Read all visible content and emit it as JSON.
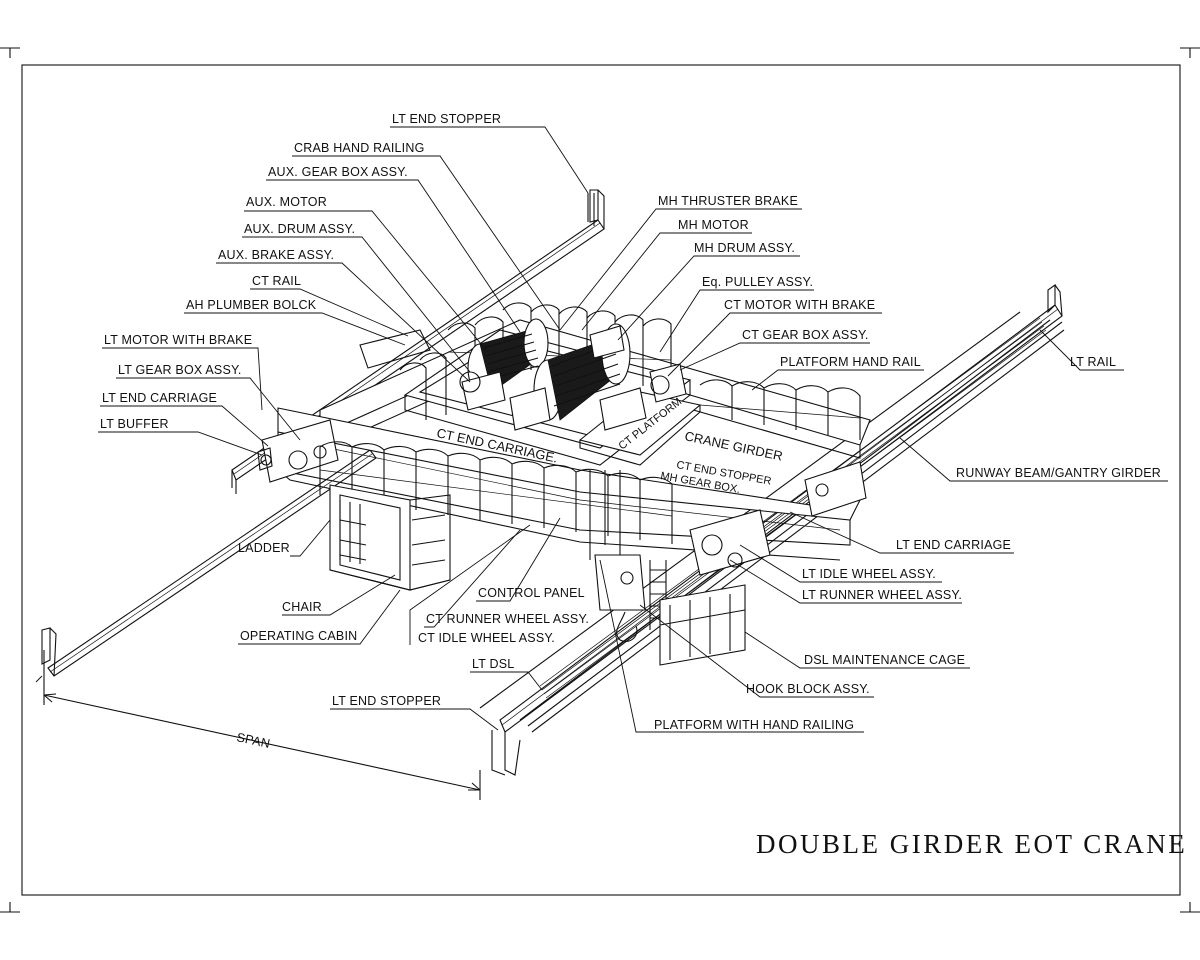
{
  "title": "DOUBLE GIRDER EOT CRANE",
  "labels": {
    "lt_end_stopper_top": "LT END STOPPER",
    "crab_hand_railing": "CRAB HAND RAILING",
    "aux_gear_box": "AUX. GEAR BOX ASSY.",
    "aux_motor": "AUX. MOTOR",
    "aux_drum": "AUX. DRUM ASSY.",
    "aux_brake": "AUX. BRAKE ASSY.",
    "ct_rail": "CT RAIL",
    "ah_plumber": "AH PLUMBER BOLCK",
    "lt_motor_brake": "LT MOTOR WITH BRAKE",
    "lt_gear_box": "LT GEAR BOX ASSY.",
    "lt_end_carriage_left": "LT END CARRIAGE",
    "lt_buffer": "LT BUFFER",
    "mh_thruster": "MH THRUSTER BRAKE",
    "mh_motor": "MH MOTOR",
    "mh_drum": "MH DRUM ASSY.",
    "eq_pulley": "Eq. PULLEY ASSY.",
    "ct_motor_brake": "CT MOTOR WITH BRAKE",
    "ct_gear_box": "CT GEAR BOX ASSY.",
    "platform_hand_rail": "PLATFORM HAND RAIL",
    "lt_rail": "LT RAIL",
    "runway_beam": "RUNWAY BEAM/GANTRY GIRDER",
    "lt_end_carriage_right": "LT END CARRIAGE",
    "lt_idle_wheel": "LT IDLE WHEEL ASSY.",
    "lt_runner_wheel": "LT RUNNER WHEEL ASSY.",
    "dsl_cage": "DSL MAINTENANCE CAGE",
    "hook_block": "HOOK BLOCK ASSY.",
    "platform_with_railing": "PLATFORM WITH HAND RAILING",
    "ladder": "LADDER",
    "chair": "CHAIR",
    "operating_cabin": "OPERATING CABIN",
    "control_panel": "CONTROL PANEL",
    "ct_runner_wheel": "CT RUNNER WHEEL ASSY.",
    "ct_idle_wheel": "CT IDLE WHEEL ASSY.",
    "lt_dsl": "LT DSL",
    "lt_end_stopper_bottom": "LT END STOPPER",
    "span": "SPAN"
  },
  "inner_labels": {
    "ct_end_carriage": "CT END CARRIAGE.",
    "ct_platform": "CT PLATFORM",
    "crane_girder": "CRANE GIRDER",
    "ct_end_stopper": "CT END STOPPER",
    "mh_gear_box": "MH GEAR BOX."
  }
}
